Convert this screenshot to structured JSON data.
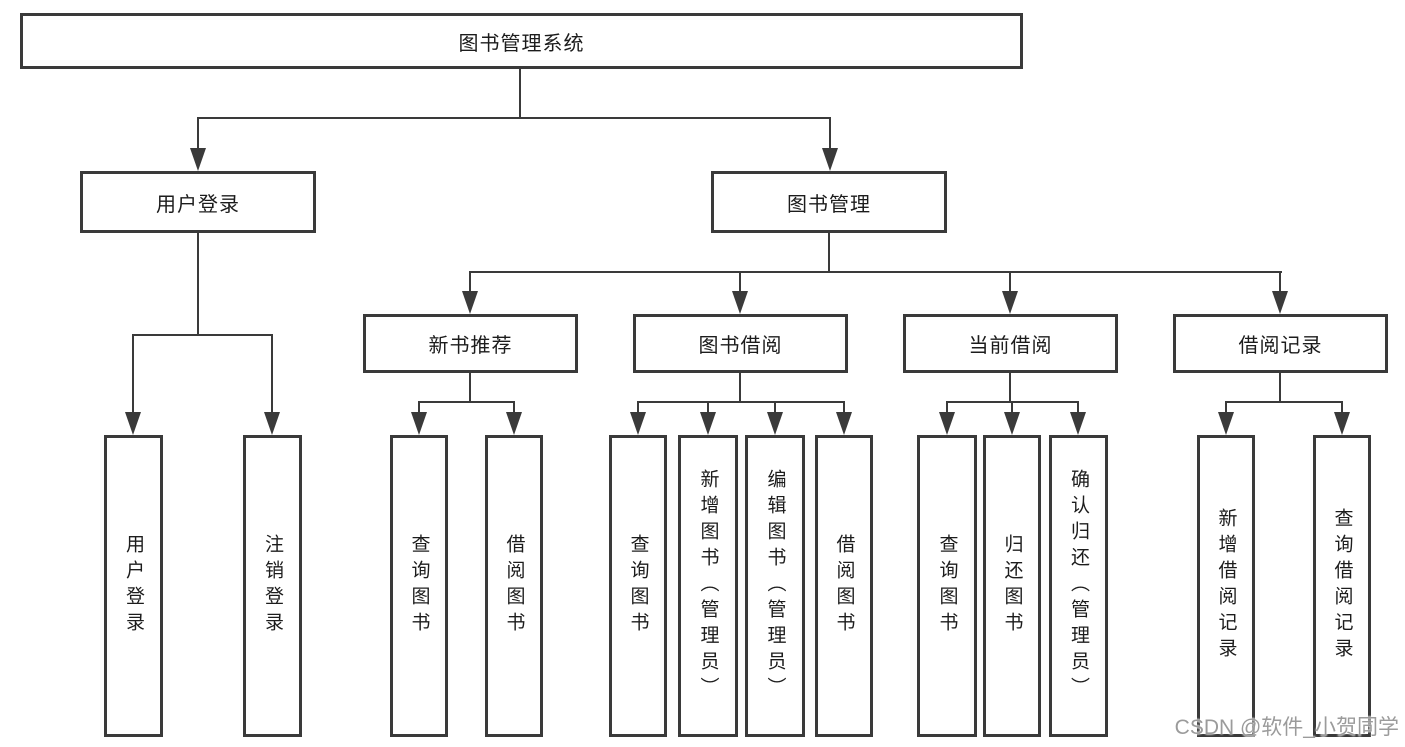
{
  "diagram": {
    "root": {
      "label": "图书管理系统"
    },
    "branches": [
      {
        "label": "用户登录",
        "children": [
          {
            "label": "用户登录"
          },
          {
            "label": "注销登录"
          }
        ]
      },
      {
        "label": "图书管理",
        "children": [
          {
            "label": "新书推荐",
            "children": [
              {
                "label": "查询图书"
              },
              {
                "label": "借阅图书"
              }
            ]
          },
          {
            "label": "图书借阅",
            "children": [
              {
                "label": "查询图书"
              },
              {
                "label": "新增图书（管理员）"
              },
              {
                "label": "编辑图书（管理员）"
              },
              {
                "label": "借阅图书"
              }
            ]
          },
          {
            "label": "当前借阅",
            "children": [
              {
                "label": "查询图书"
              },
              {
                "label": "归还图书"
              },
              {
                "label": "确认归还（管理员）"
              }
            ]
          },
          {
            "label": "借阅记录",
            "children": [
              {
                "label": "新增借阅记录"
              },
              {
                "label": "查询借阅记录"
              }
            ]
          }
        ]
      }
    ]
  },
  "colors": {
    "line": "#3a3a3a",
    "text": "#1c1c1c",
    "background": "#ffffff",
    "watermark": "#9b9b9b"
  },
  "watermark": {
    "text": "CSDN @软件_小贺同学"
  }
}
